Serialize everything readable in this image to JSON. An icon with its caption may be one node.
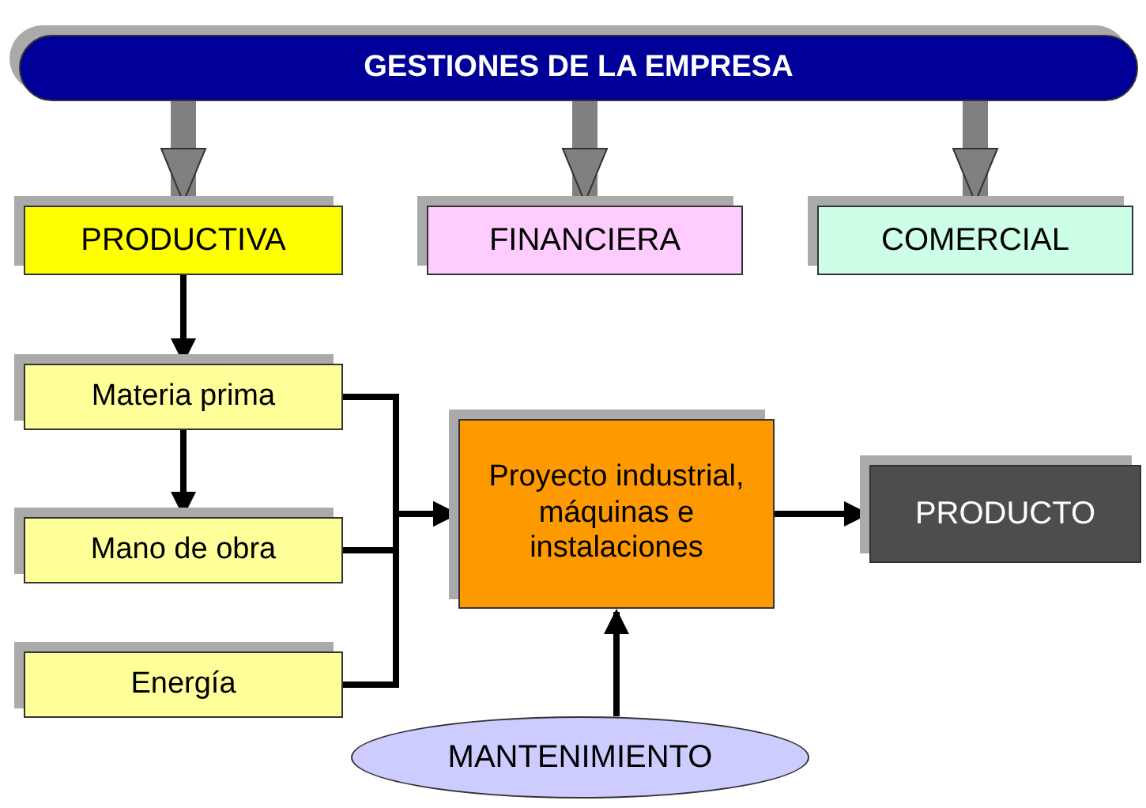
{
  "diagram": {
    "nodes": [
      {
        "text": [
          "GESTIONES DE LA EMPRESA"
        ]
      },
      {
        "text": [
          "PRODUCTIVA"
        ]
      },
      {
        "text": [
          "FINANCIERA"
        ]
      },
      {
        "text": [
          "COMERCIAL"
        ]
      },
      {
        "text": [
          "Materia prima"
        ]
      },
      {
        "text": [
          "Mano de obra"
        ]
      },
      {
        "text": [
          "Energía"
        ]
      },
      {
        "text": [
          "Proyecto industrial, máquinas e instalaciones"
        ]
      },
      {
        "text": [
          "PRODUCTO"
        ]
      },
      {
        "text": [
          "MANTENIMIENTO"
        ]
      }
    ],
    "edges": [
      {
        "from": 0,
        "to": 1,
        "arrow": "to",
        "style": "thick",
        "color": "#808080"
      },
      {
        "from": 0,
        "to": 2,
        "arrow": "to",
        "style": "thick",
        "color": "#808080"
      },
      {
        "from": 0,
        "to": 3,
        "arrow": "to",
        "style": "thick",
        "color": "#808080"
      },
      {
        "from": 1,
        "to": 4,
        "arrow": "to"
      },
      {
        "from": 4,
        "to": 5,
        "arrow": "to"
      },
      {
        "from": 4,
        "to": 7,
        "arrow": "to"
      },
      {
        "from": 5,
        "to": 7,
        "arrow": "to"
      },
      {
        "from": 6,
        "to": 7,
        "arrow": "to"
      },
      {
        "from": 7,
        "to": 8,
        "arrow": "to"
      },
      {
        "from": 9,
        "to": 7,
        "arrow": "to"
      }
    ]
  }
}
